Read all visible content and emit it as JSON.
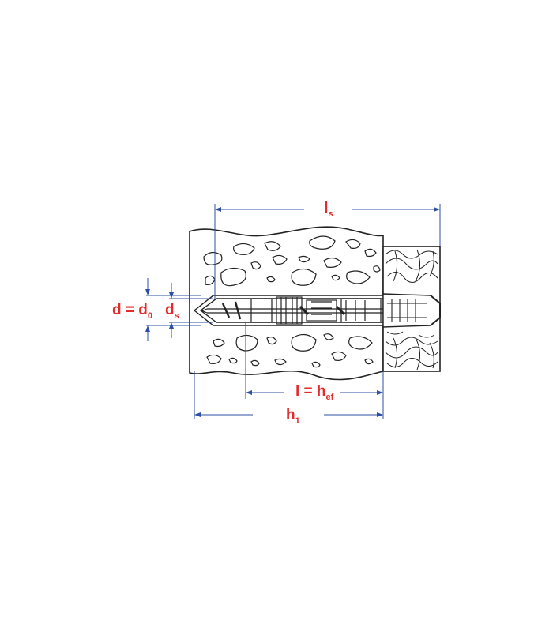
{
  "colors": {
    "label": "#e32b2b",
    "dimension": "#2e4fa3",
    "outline": "#222222",
    "background": "#ffffff"
  },
  "labels": {
    "ls": {
      "main": "l",
      "sub": "s"
    },
    "d": {
      "main": "d = d",
      "sub": "0"
    },
    "ds": {
      "main": "d",
      "sub": "s"
    },
    "l_hef": {
      "main": "l = h",
      "sub": "ef"
    },
    "h1": {
      "main": "h",
      "sub": "1"
    }
  },
  "icons": {
    "material": "concrete-aggregate-pattern",
    "fixture": "wood-grain-pattern",
    "anchor": "frame-anchor-with-screw"
  }
}
